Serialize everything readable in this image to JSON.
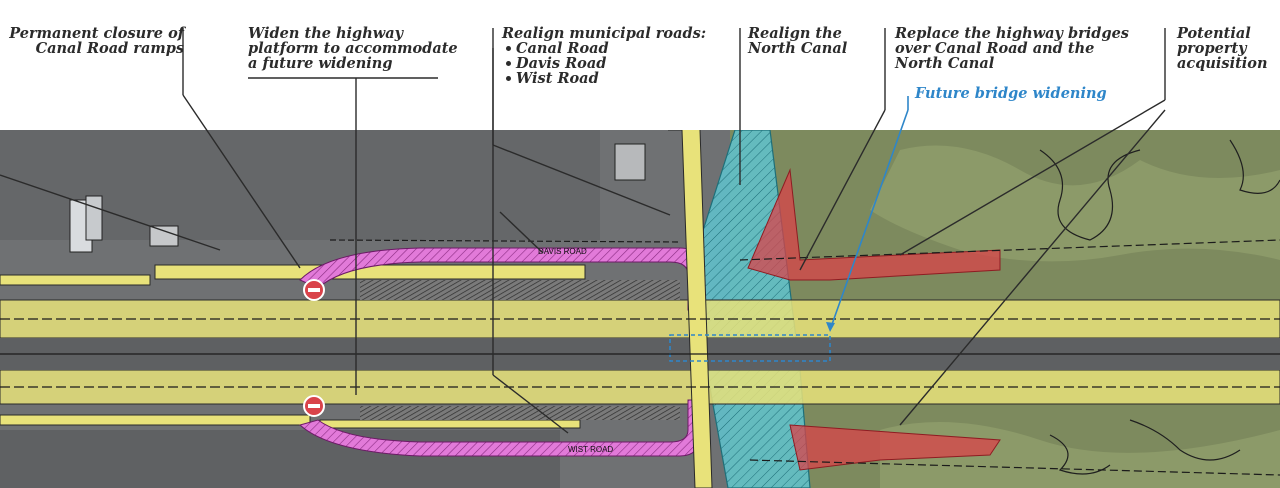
{
  "callouts": {
    "closure": [
      "Permanent closure of",
      "Canal Road ramps"
    ],
    "widen": [
      "Widen the highway",
      "platform to accommodate",
      "a future widening"
    ],
    "realign_roads_title": "Realign municipal roads:",
    "realign_roads_items": [
      "Canal Road",
      "Davis Road",
      "Wist Road"
    ],
    "canal": [
      "Realign the",
      "North Canal"
    ],
    "bridges": [
      "Replace the highway bridges",
      "over Canal Road and the",
      "North Canal"
    ],
    "future_bridge": "Future bridge widening",
    "property": [
      "Potential",
      "property",
      "acquisition"
    ]
  },
  "map_labels": {
    "davis_road": "DAVIS ROAD",
    "wist_road": "WIST ROAD"
  },
  "colors": {
    "text": "#2b2b2b",
    "accent_blue": "#2e86c9",
    "highway_yellow": "#e8e27a",
    "ramp_magenta": "#e27ad9",
    "canal_cyan": "#5fc3cf",
    "property_red": "#d9434a",
    "aerial_gray": "#6f7173",
    "vegetation": "#7d8a5e"
  }
}
